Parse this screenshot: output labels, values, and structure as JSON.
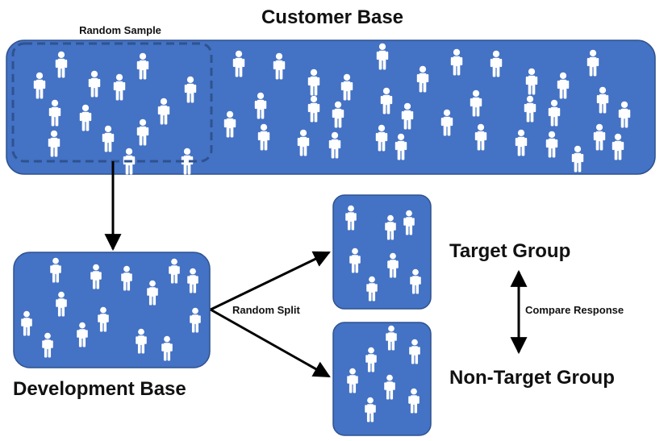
{
  "labels": {
    "customer_base": "Customer Base",
    "random_sample": "Random Sample",
    "development_base": "Development Base",
    "random_split": "Random Split",
    "target_group": "Target Group",
    "non_target_group": "Non-Target Group",
    "compare_response": "Compare Response"
  },
  "colors": {
    "box_fill": "#4472C4",
    "box_stroke": "#2F528F",
    "person": "#FFFFFF",
    "sample_dash": "#2F528F",
    "arrow": "#000000"
  },
  "icon": "person-icon"
}
